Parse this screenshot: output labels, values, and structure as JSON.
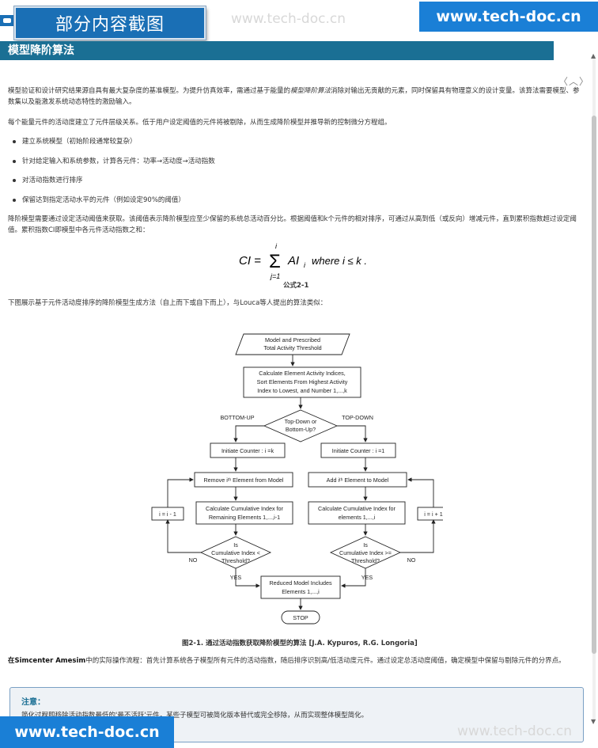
{
  "header": {
    "badge": "部分内容截图",
    "watermark": "www.tech-doc.cn",
    "site": "www.tech-doc.cn"
  },
  "section_title": "模型降阶算法",
  "nav": "〈︿〉",
  "paragraphs": {
    "p1_a": "模型验证和设计研究结果源自具有最大复杂度的基准模型。为提升仿真效率，需通过基于能量的",
    "p1_em": "模型降阶算法",
    "p1_b": "消除对输出无贡献的元素，同时保留具有物理意义的设计变量。该算法需要模型、参数集以及能激发系统动态特性的激励输入。",
    "p2": "每个能量元件的活动度建立了元件层级关系。低于用户设定阈值的元件将被剔除，从而生成降阶模型并推导新的控制微分方程组。",
    "p3": "降阶模型需要通过设定活动阈值来获取。该阈值表示降阶模型应至少保留的系统总活动百分比。根据阈值和k个元件的相对排序，可通过从高到低（或反向）增减元件，直到累积指数超过设定阈值。累积指数CI即模型中各元件活动指数之和：",
    "p4": "下图展示基于元件活动度排序的降阶模型生成方法（自上而下或自下而上），与Louca等人提出的算法类似：",
    "p5_bold": "在Simcenter Amesim",
    "p5_rest": "中的实际操作流程：首先计算系统各子模型所有元件的活动指数，随后排序识别高/低活动度元件。通过设定总活动度阈值，确定模型中保留与剔除元件的分界点。"
  },
  "bullets": [
    "建立系统模型（初始阶段通常较复杂）",
    "针对给定输入和系统参数，计算各元件：功率→活动度→活动指数",
    "对活动指数进行排序",
    "保留达到指定活动水平的元件（例如设定90%的阈值）"
  ],
  "formula": {
    "lhs": "CI =",
    "sum_top": "i",
    "sum_bottom": "j=1",
    "term": "AI",
    "term_sub": "i",
    "condition": "where i ≤ k .",
    "caption": "公式2-1"
  },
  "flowchart": {
    "start": [
      "Model and Prescribed",
      "Total Activity Threshold"
    ],
    "calc": [
      "Calculate Element Activity Indices,",
      "Sort Elements From Highest Activity",
      "Index to Lowest, and Number 1,...,k"
    ],
    "decision": [
      "Top-Down or",
      "Bottom-Up?"
    ],
    "left_label": "BOTTOM-UP",
    "right_label": "TOP-DOWN",
    "init_left": "Initiate Counter  : i =k",
    "init_right": "Initiate Counter  : i =1",
    "remove": "Remove iᵗʰ Element from Model",
    "add": "Add iᵗʰ Element to Model",
    "cum_left": [
      "Calculate Cumulative Index for",
      "Remaining Elements  1,...,i-1"
    ],
    "cum_right": [
      "Calculate Cumulative Index for",
      "elements  1,...,i"
    ],
    "dec_left": "i = i - 1",
    "inc_right": "i = i + 1",
    "check_left": [
      "Is",
      "Cumulative Index <",
      "Threshold?"
    ],
    "check_right": [
      "Is",
      "Cumulative Index >=",
      "Threshold?"
    ],
    "no": "NO",
    "yes": "YES",
    "reduced": [
      "Reduced Model Includes",
      "Elements 1,...,i"
    ],
    "stop": "STOP"
  },
  "figure_caption": "图2-1. 通过活动指数获取降阶模型的算法 [J.A. Kypuros, R.G. Longoria]",
  "note": {
    "title": "注意：",
    "text": "简化过程即移除活动指数最低的'最不活跃'元件，某些子模型可被简化版本替代或完全移除，从而实现整体模型简化。"
  }
}
